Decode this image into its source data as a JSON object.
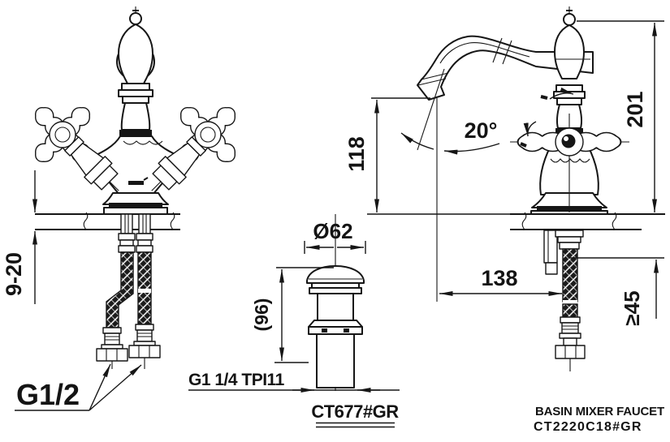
{
  "page": {
    "kind": "technical dimension drawing",
    "colors": {
      "line": "#161616",
      "background": "#ffffff"
    }
  },
  "front_view": {
    "deck_thickness": "9-20",
    "supply_thread": "G1/2"
  },
  "drain_fitting": {
    "cap_diameter": "Ø62",
    "body_height": "(96)",
    "thread": "G1 1/4 TPI11",
    "model": "CT677#GR"
  },
  "side_view": {
    "spout_height": "118",
    "spout_angle": "20°",
    "total_height": "201",
    "spout_reach": "138",
    "min_clearance": "≥45"
  },
  "title_block": {
    "product": "BASIN MIXER FAUCET",
    "model": "CT2220C18#GR"
  }
}
